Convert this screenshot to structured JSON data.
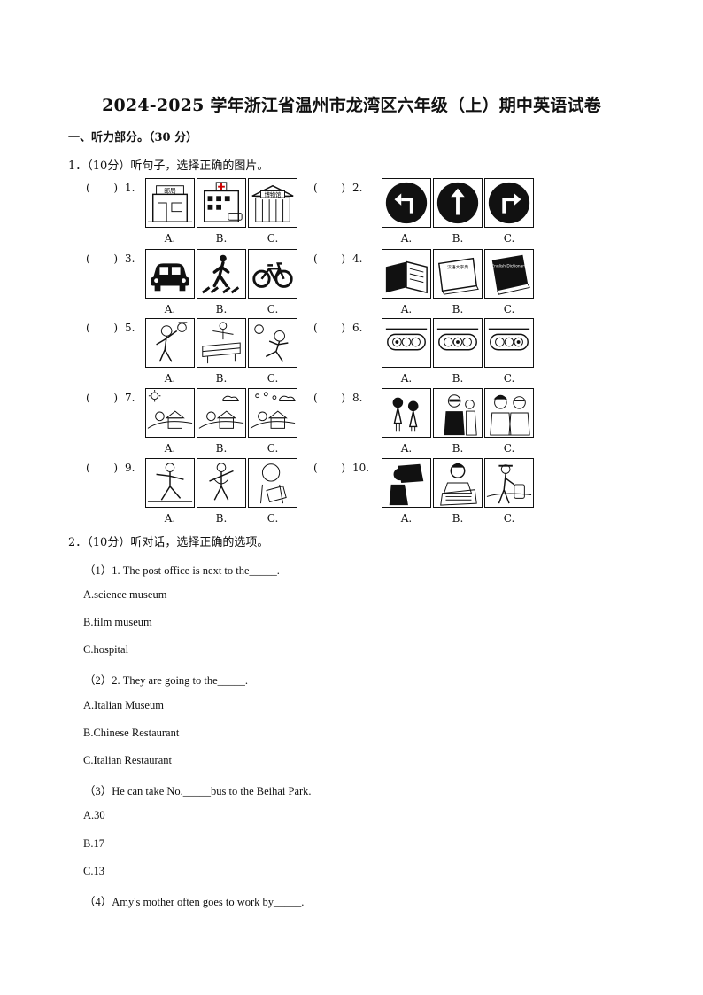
{
  "title": "2024-2025 学年浙江省温州市龙湾区六年级（上）期中英语试卷",
  "section_title": "一、听力部分。（30 分）",
  "q1": {
    "heading": "1．（10分）听句子，选择正确的图片。",
    "paren": "(       )",
    "labels": [
      "A.",
      "B.",
      "C."
    ],
    "items": [
      {
        "num": "1.",
        "texts": [
          "邮局",
          "",
          "博物馆"
        ]
      },
      {
        "num": "2."
      },
      {
        "num": "3."
      },
      {
        "num": "4.",
        "texts": [
          "",
          "汉语大字典",
          "English Dictionary"
        ]
      },
      {
        "num": "5."
      },
      {
        "num": "6."
      },
      {
        "num": "7."
      },
      {
        "num": "8."
      },
      {
        "num": "9."
      },
      {
        "num": "10."
      }
    ]
  },
  "q2": {
    "heading": "2．（10分）听对话，选择正确的选项。",
    "lines": [
      "（1）1. The post office is next to the_____.",
      "A.science museum",
      "B.film museum",
      "C.hospital",
      "（2）2. They are going to the_____.",
      "A.Italian Museum",
      "B.Chinese Restaurant",
      "C.Italian Restaurant",
      "（3）He can take No._____bus to the Beihai Park.",
      "A.30",
      "B.17",
      "C.13",
      "（4）Amy's mother often goes to work by_____."
    ]
  }
}
